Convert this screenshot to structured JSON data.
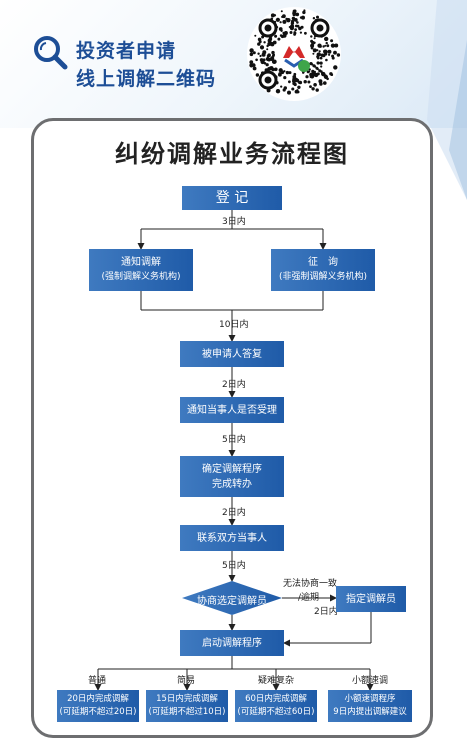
{
  "header": {
    "line1": "投资者申请",
    "line2": "线上调解二维码",
    "qr_icon": "mini-program-qr-code",
    "accent_color": "#1d4e96"
  },
  "flowchart": {
    "title": "纠纷调解业务流程图",
    "box_color": "#2a66b2",
    "nodes": {
      "register": "登 记",
      "notify_line1": "通知调解",
      "notify_line2": "(强制调解义务机构)",
      "consult_line1": "征　询",
      "consult_line2": "(非强制调解义务机构)",
      "respondent_reply": "被申请人答复",
      "notify_acceptance": "通知当事人是否受理",
      "confirm_line1": "确定调解程序",
      "confirm_line2": "完成转办",
      "contact_parties": "联系双方当事人",
      "negotiate_mediator": "协商选定调解员",
      "designate_mediator": "指定调解员",
      "start_mediation": "启动调解程序",
      "normal_line1": "20日内完成调解",
      "normal_line2": "(可延期不超过20日)",
      "simple_line1": "15日内完成调解",
      "simple_line2": "(可延期不超过10日)",
      "complex_line1": "60日内完成调解",
      "complex_line2": "(可延期不超过60日)",
      "small_line1": "小额速调程序",
      "small_line2": "9日内提出调解建议"
    },
    "edge_labels": {
      "after_register": "3日内",
      "after_branch": "10日内",
      "after_reply": "2日内",
      "after_acceptance": "5日内",
      "after_confirm": "2日内",
      "after_contact": "5日内",
      "fail_line1": "无法协商一致",
      "fail_line2": "/逾期",
      "fail_days": "2日内"
    },
    "tracks": {
      "normal": "普通",
      "simple": "简易",
      "complex": "疑难复杂",
      "small": "小额速调"
    }
  }
}
